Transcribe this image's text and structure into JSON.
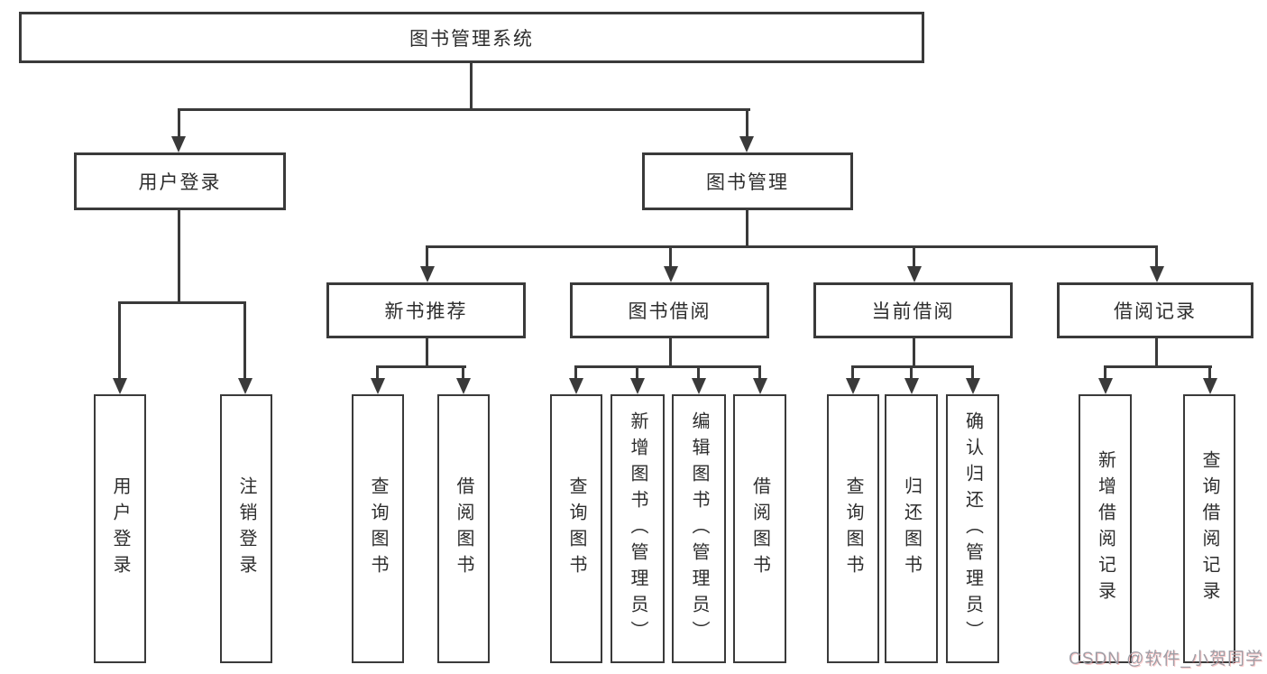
{
  "colors": {
    "background": "#ffffff",
    "line": "#3a3a3a",
    "box_border": "#3a3a3a",
    "text": "#2d2d2d",
    "watermark": "#9e9ea6",
    "watermark_accent": "#fc5454"
  },
  "diagram": {
    "root": {
      "label": "图书管理系统"
    },
    "level1": [
      {
        "label": "用户登录"
      },
      {
        "label": "图书管理"
      }
    ],
    "level2": [
      {
        "label": "新书推荐"
      },
      {
        "label": "图书借阅"
      },
      {
        "label": "当前借阅"
      },
      {
        "label": "借阅记录"
      }
    ],
    "leaves": [
      {
        "label": "用户登录"
      },
      {
        "label": "注销登录"
      },
      {
        "label": "查询图书"
      },
      {
        "label": "借阅图书"
      },
      {
        "label": "查询图书"
      },
      {
        "label": "新增图书（管理员）"
      },
      {
        "label": "编辑图书（管理员）"
      },
      {
        "label": "借阅图书"
      },
      {
        "label": "查询图书"
      },
      {
        "label": "归还图书"
      },
      {
        "label": "确认归还（管理员）"
      },
      {
        "label": "新增借阅记录"
      },
      {
        "label": "查询借阅记录"
      }
    ]
  },
  "watermark": {
    "text": "CSDN @软件_小贺同学"
  }
}
